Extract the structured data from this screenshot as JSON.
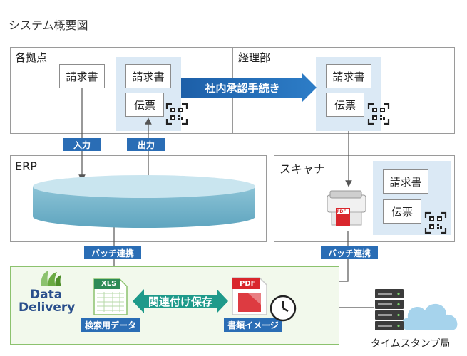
{
  "title": "システム概要図",
  "panels": {
    "branch": "各拠点",
    "accounting": "経理部",
    "erp": "ERP",
    "scanner": "スキャナ"
  },
  "docs": {
    "invoice": "請求書",
    "slip": "伝票"
  },
  "tags": {
    "input": "入力",
    "output": "出力",
    "batch": "バッチ連携"
  },
  "approval": "社内承認手続き",
  "link_save": "関連付け保存",
  "icons": {
    "xls": "XLS",
    "pdf": "PDF",
    "search_data": "検索用データ",
    "doc_image": "書類イメージ"
  },
  "brand": {
    "line1": "Data",
    "line2": "Delivery"
  },
  "timestamp": "タイムスタンプ局",
  "colors": {
    "accent_blue": "#2a6db5",
    "light_blue": "#dbe9f5",
    "green_border": "#8cc26e",
    "pdf_red": "#d9262c"
  }
}
